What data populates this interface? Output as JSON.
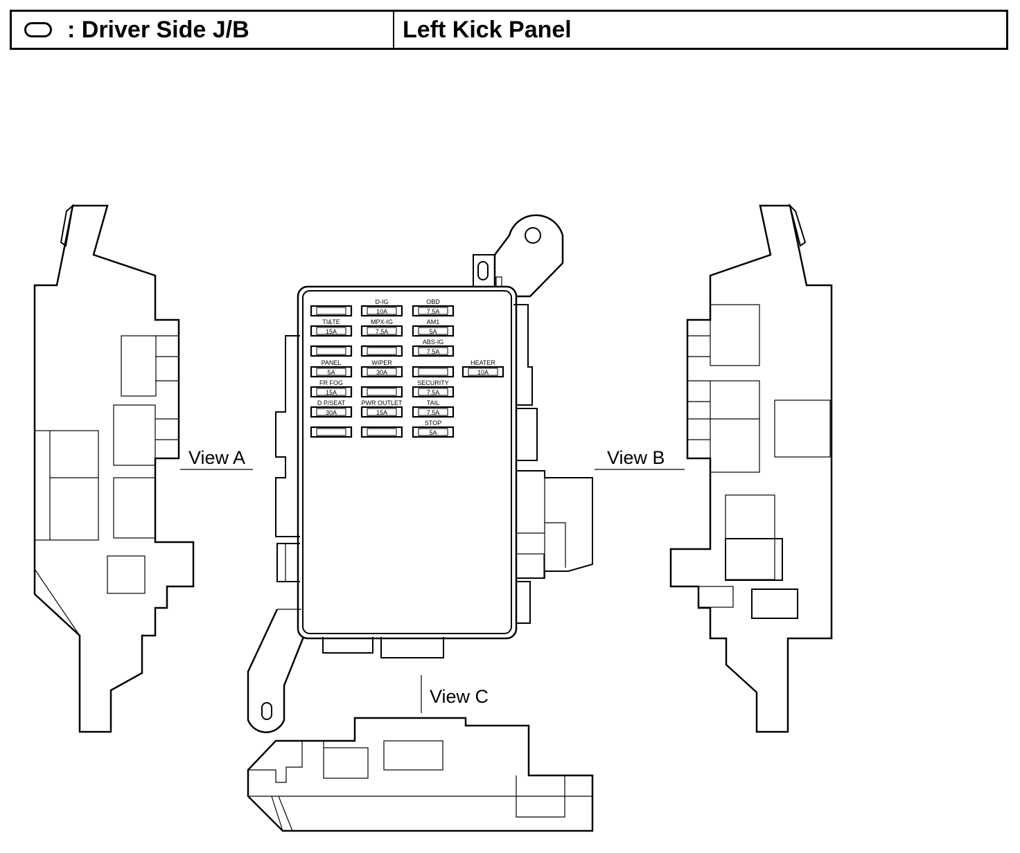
{
  "header": {
    "legend_icon": "oval-connector-symbol",
    "location_label": ": Driver Side J/B",
    "position_label": "Left Kick Panel"
  },
  "views": {
    "a": "View A",
    "b": "View B",
    "c": "View C"
  },
  "fuses": [
    {
      "name": "",
      "amp": ""
    },
    {
      "name": "D-IG",
      "amp": "10A"
    },
    {
      "name": "OBD",
      "amp": "7.5A"
    },
    {
      "name": "TI&TE",
      "amp": "15A"
    },
    {
      "name": "MPX-IG",
      "amp": "7.5A"
    },
    {
      "name": "AM1",
      "amp": "5A"
    },
    {
      "name": "",
      "amp": ""
    },
    {
      "name": "",
      "amp": ""
    },
    {
      "name": "ABS-IG",
      "amp": "7.5A"
    },
    {
      "name": "PANEL",
      "amp": "5A"
    },
    {
      "name": "WIPER",
      "amp": "30A"
    },
    {
      "name": "",
      "amp": ""
    },
    {
      "name": "HEATER",
      "amp": "10A"
    },
    {
      "name": "FR FOG",
      "amp": "15A"
    },
    {
      "name": "",
      "amp": ""
    },
    {
      "name": "SECURITY",
      "amp": "7.5A"
    },
    {
      "name": "D P/SEAT",
      "amp": "30A"
    },
    {
      "name": "PWR OUTLET",
      "amp": "15A"
    },
    {
      "name": "TAIL",
      "amp": "7.5A"
    },
    {
      "name": "",
      "amp": ""
    },
    {
      "name": "",
      "amp": ""
    },
    {
      "name": "STOP",
      "amp": "5A"
    }
  ]
}
